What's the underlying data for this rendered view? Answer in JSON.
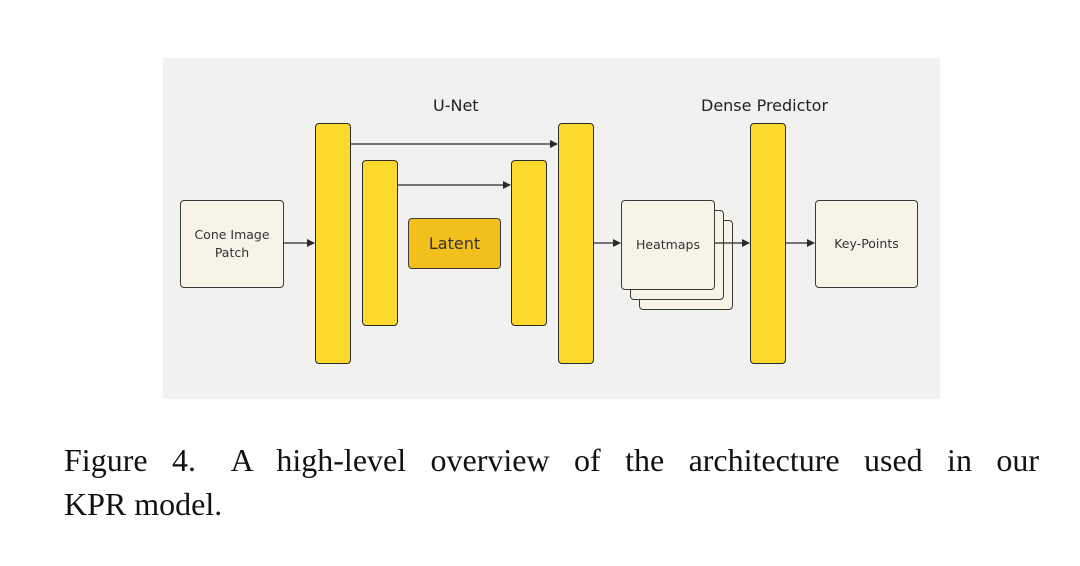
{
  "diagram": {
    "labels": {
      "unet": "U-Net",
      "dense_predictor": "Dense Predictor"
    },
    "nodes": {
      "input": [
        "Cone Image",
        "Patch"
      ],
      "latent": "Latent",
      "heatmaps": "Heatmaps",
      "keypoints": "Key-Points"
    },
    "colors": {
      "panel_background": "#f1f1f0",
      "layer_block": "#fcd92c",
      "latent_block": "#f3bf1c",
      "node_fill": "#f7f4e7",
      "stroke": "#2a2a2a"
    }
  },
  "caption": {
    "figure_label": "Figure 4.",
    "line1_text": "A high-level overview of the architecture used in our",
    "line2_text": "KPR model."
  }
}
